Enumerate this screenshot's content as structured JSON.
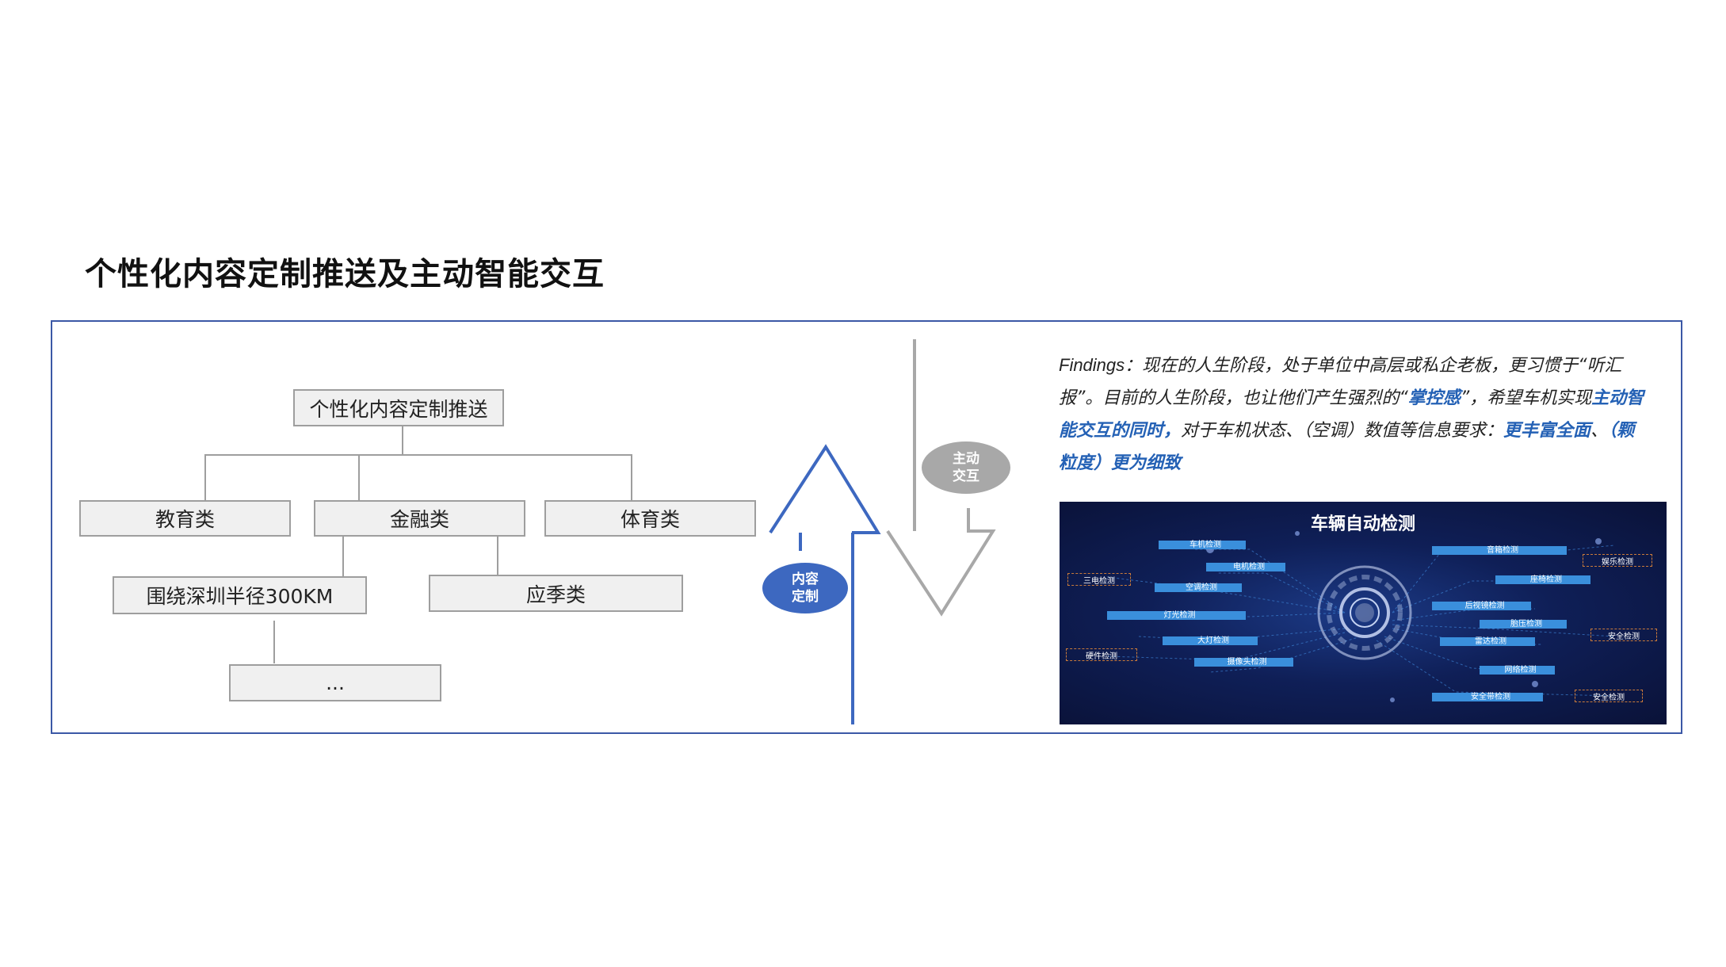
{
  "page": {
    "title": "个性化内容定制推送及主动智能交互"
  },
  "tree": {
    "root": "个性化内容定制推送",
    "level1": [
      "教育类",
      "金融类",
      "体育类"
    ],
    "level2": [
      "围绕深圳半径300KM",
      "应季类"
    ],
    "level3": "..."
  },
  "arrows": {
    "up_label": "内容\n定制",
    "down_label": "主动\n交互",
    "up_color": "#3d68c0",
    "down_color": "#a8a8a8"
  },
  "findings": {
    "p1": "Findings：",
    "p2": "现在的人生阶段，处于单位中高层或私企老板，更习惯于“听汇报”。目前的人生阶段，也让他们产生强烈的“",
    "p3": "掌控感",
    "p4": "”，希望车机实现",
    "p5": "主动智能交互的同时，",
    "p6": "对于车机状态、（空调）数值等信息要求：",
    "p7": "更丰富全面",
    "p8": "、",
    "p9": "（颗粒度）更为细致"
  },
  "panel": {
    "title": "车辆自动检测",
    "labels": [
      "车机检测",
      "电机检测",
      "空调检测",
      "三电检测",
      "灯光检测",
      "大灯检测",
      "硬件检测",
      "摄像头检测",
      "音箱检测",
      "娱乐检测",
      "座椅检测",
      "后视镜检测",
      "胎压检测",
      "安全检测",
      "雷达检测",
      "网络检测",
      "安全带检测",
      "安全检测"
    ]
  }
}
